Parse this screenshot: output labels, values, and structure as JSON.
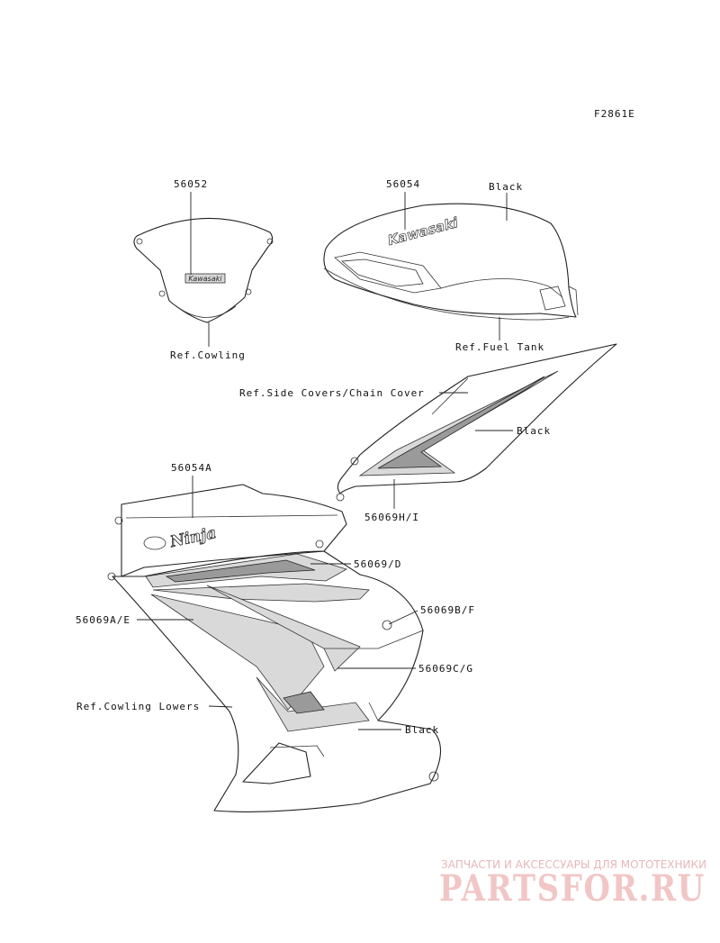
{
  "figure_code": "F2861E",
  "labels": {
    "windshield_part": "56052",
    "windshield_ref": "Ref.Cowling",
    "tank_part": "56054",
    "tank_color": "Black",
    "tank_ref": "Ref.Fuel Tank",
    "side_cover_ref": "Ref.Side Covers/Chain Cover",
    "side_cover_color": "Black",
    "side_cover_part": "56069H/I",
    "cowl_upper_part": "56054A",
    "cowl_part_d": "56069/D",
    "cowl_part_bf": "56069B/F",
    "cowl_part_ae": "56069A/E",
    "cowl_part_cg": "56069C/G",
    "cowl_ref": "Ref.Cowling Lowers",
    "cowl_color": "Black"
  },
  "decals": {
    "windshield_logo": "Kawasaki",
    "tank_logo": "Kawasaki",
    "cowl_logo": "Ninja"
  },
  "watermark": {
    "subtitle": "ЗАПЧАСТИ И АКСЕССУАРЫ ДЛЯ МОТОТЕХНИКИ",
    "brand": "PARTSFOR.RU"
  }
}
